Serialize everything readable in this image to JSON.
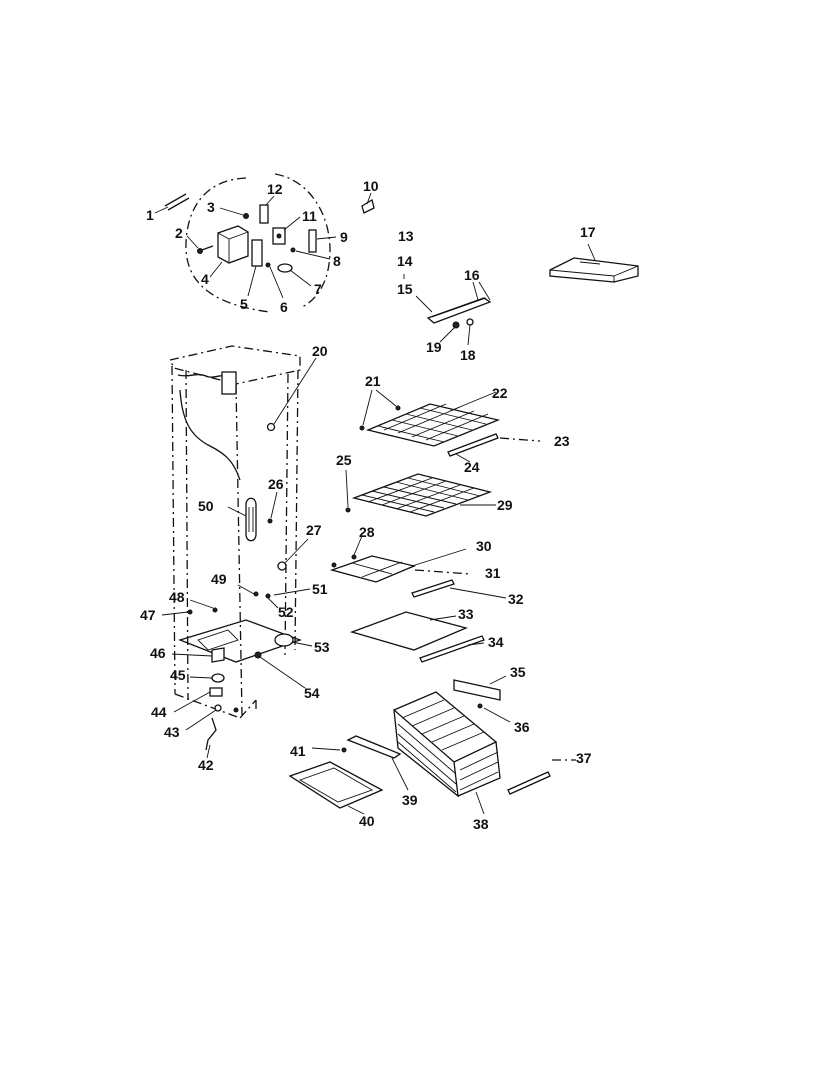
{
  "diagram": {
    "callouts": [
      "1",
      "2",
      "3",
      "4",
      "5",
      "6",
      "7",
      "8",
      "9",
      "10",
      "11",
      "12",
      "13",
      "14",
      "15",
      "16",
      "17",
      "18",
      "19",
      "20",
      "21",
      "22",
      "23",
      "24",
      "25",
      "26",
      "27",
      "28",
      "29",
      "30",
      "31",
      "32",
      "33",
      "34",
      "35",
      "36",
      "37",
      "38",
      "39",
      "40",
      "41",
      "42",
      "43",
      "44",
      "45",
      "46",
      "47",
      "48",
      "49",
      "50",
      "51",
      "52",
      "53",
      "54"
    ]
  }
}
